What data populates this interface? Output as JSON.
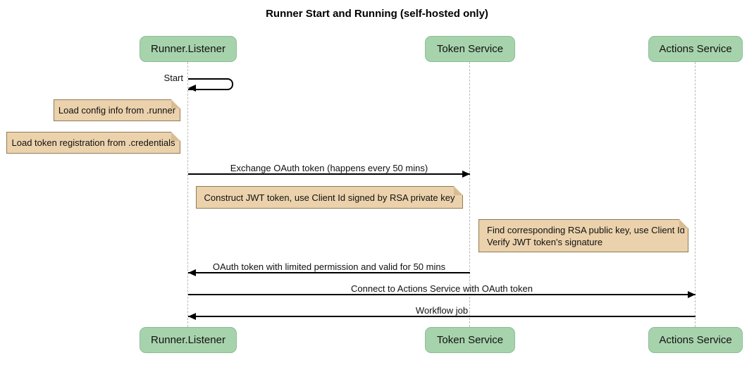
{
  "title": "Runner Start and Running (self-hosted only)",
  "actors": [
    {
      "label": "Runner.Listener"
    },
    {
      "label": "Token Service"
    },
    {
      "label": "Actions Service"
    }
  ],
  "messages": [
    {
      "label": "Start",
      "from": "Runner.Listener",
      "to": "Runner.Listener",
      "type": "self"
    },
    {
      "label": "Exchange OAuth token (happens every 50 mins)",
      "from": "Runner.Listener",
      "to": "Token Service",
      "type": "solid-arrow"
    },
    {
      "label": "OAuth token with limited permission and valid for 50 mins",
      "from": "Token Service",
      "to": "Runner.Listener",
      "type": "solid-arrow"
    },
    {
      "label": "Connect to Actions Service with OAuth token",
      "from": "Runner.Listener",
      "to": "Actions Service",
      "type": "solid-arrow"
    },
    {
      "label": "Workflow job",
      "from": "Actions Service",
      "to": "Runner.Listener",
      "type": "solid-arrow"
    }
  ],
  "notes": [
    {
      "position": "left of Runner.Listener",
      "lines": [
        "Load config info from .runner"
      ]
    },
    {
      "position": "left of Runner.Listener",
      "lines": [
        "Load token registration from .credentials"
      ]
    },
    {
      "position": "over Runner.Listener and Token Service",
      "lines": [
        "Construct JWT token, use Client Id signed by RSA private key"
      ]
    },
    {
      "position": "over Token Service and Actions Service",
      "lines": [
        "Find corresponding RSA public key, use Client Id",
        "Verify JWT token's signature"
      ]
    }
  ],
  "colors": {
    "background": "#ffffff",
    "actor_fill": "#a7d3ac",
    "actor_border": "#8cbd97",
    "note_fill": "#ebd2ac",
    "note_border": "#8e7c55",
    "note_fold": "#d9bd92",
    "lifeline": "#b9b9b9",
    "arrow": "#000000",
    "text": "#111111"
  }
}
